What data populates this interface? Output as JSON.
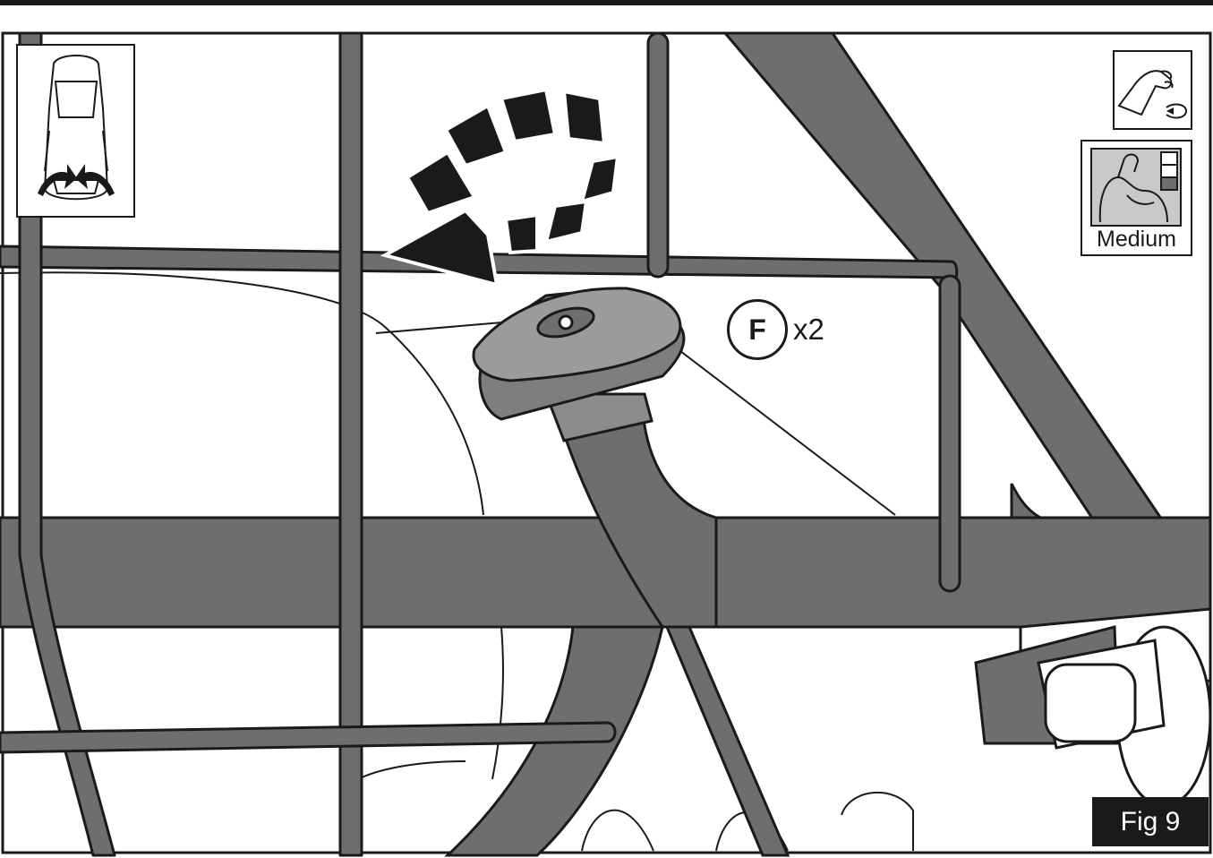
{
  "figure": {
    "label": "Fig 9"
  },
  "part_callout": {
    "letter": "F",
    "quantity": "x2"
  },
  "strength_indicator": {
    "label": "Medium",
    "level": "medium",
    "level_fraction": 0.5
  },
  "icons": {
    "vehicle_view": "car-rear-doors-icon",
    "hand_action": "hand-turn-icon",
    "strength": "flexed-arm-icon",
    "rotation": "rotate-counterclockwise-arrow-icon"
  },
  "colors": {
    "frame": "#6d6e70",
    "outline": "#1a1a1a",
    "knob": "#7d7e80",
    "background": "#ffffff",
    "fig_label_bg": "#1a1a1a",
    "strength_bg": "#c8c9cb"
  }
}
